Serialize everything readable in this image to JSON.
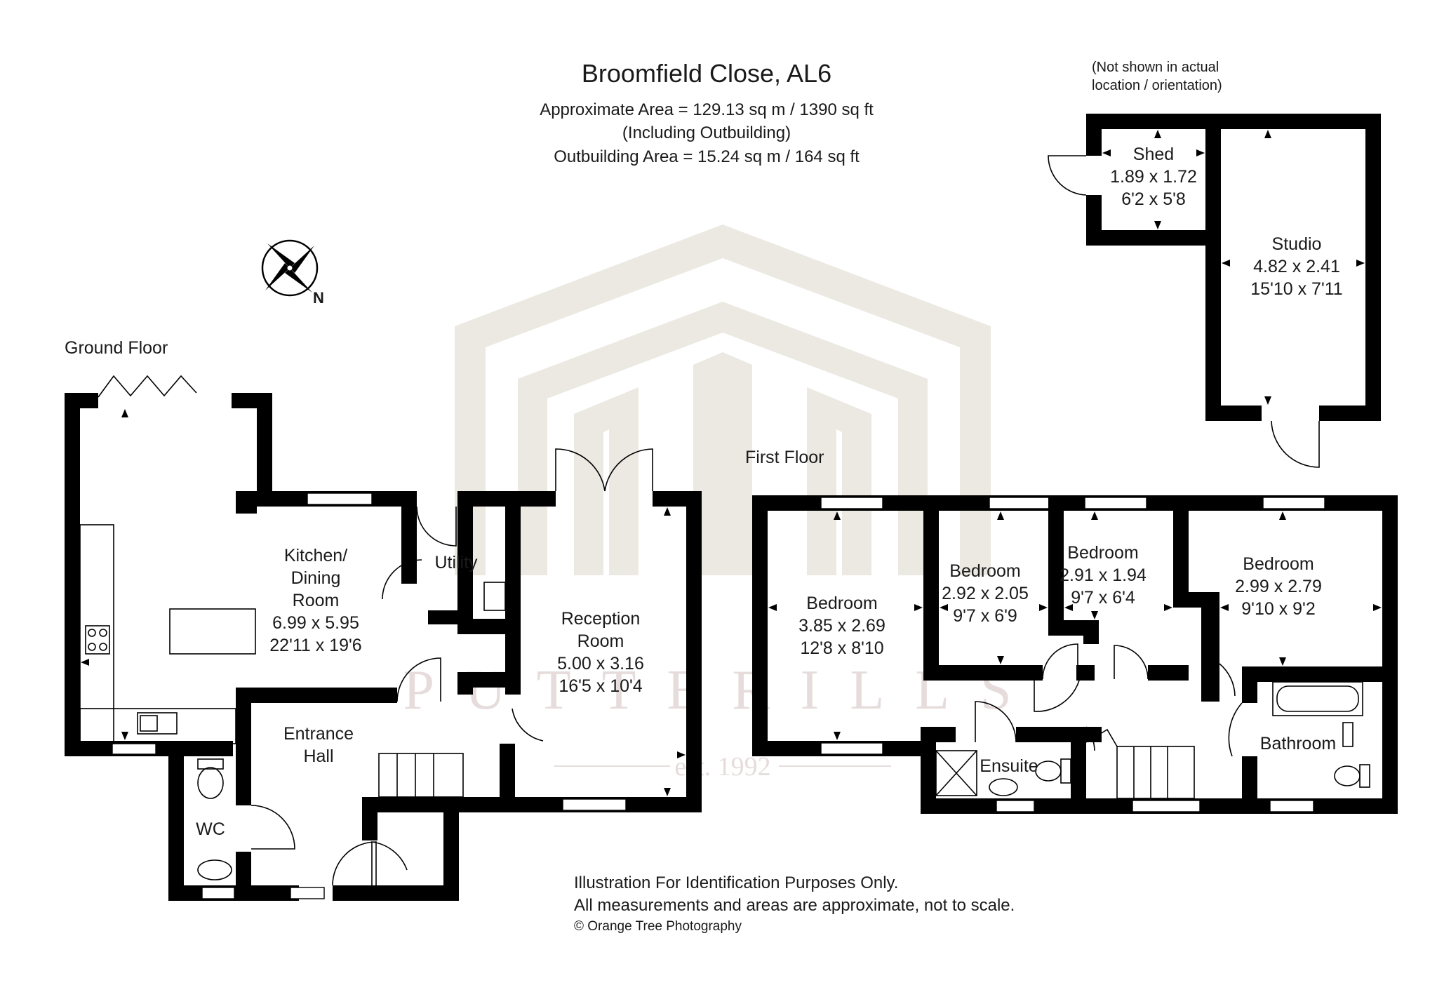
{
  "header": {
    "title": "Broomfield Close, AL6",
    "area_line": "Approximate Area =  129.13 sq m / 1390 sq ft",
    "area_note": "(Including Outbuilding)",
    "outbuilding_line": "Outbuilding Area =  15.24 sq m / 164 sq ft"
  },
  "outbuilding_note": {
    "line1": "(Not shown in actual",
    "line2": "location / orientation)"
  },
  "compass": {
    "label": "N"
  },
  "floors": {
    "ground": "Ground Floor",
    "first": "First Floor"
  },
  "rooms": {
    "shed": {
      "name": "Shed",
      "metric": "1.89 x 1.72",
      "imperial": "6'2 x 5'8"
    },
    "studio": {
      "name": "Studio",
      "metric": "4.82 x 2.41",
      "imperial": "15'10 x 7'11"
    },
    "kitchen": {
      "name1": "Kitchen/",
      "name2": "Dining",
      "name3": "Room",
      "metric": "6.99 x 5.95",
      "imperial": "22'11 x 19'6"
    },
    "utility": {
      "name": "Utility"
    },
    "reception": {
      "name1": "Reception",
      "name2": "Room",
      "metric": "5.00 x 3.16",
      "imperial": "16'5 x 10'4"
    },
    "entrance": {
      "name1": "Entrance",
      "name2": "Hall"
    },
    "wc": {
      "name": "WC"
    },
    "bedroom1": {
      "name": "Bedroom",
      "metric": "3.85 x 2.69",
      "imperial": "12'8 x 8'10"
    },
    "bedroom2": {
      "name": "Bedroom",
      "metric": "2.92 x 2.05",
      "imperial": "9'7 x 6'9"
    },
    "bedroom3": {
      "name": "Bedroom",
      "metric": "2.91 x 1.94",
      "imperial": "9'7 x 6'4"
    },
    "bedroom4": {
      "name": "Bedroom",
      "metric": "2.99 x 2.79",
      "imperial": "9'10 x 9'2"
    },
    "ensuite": {
      "name": "Ensuite"
    },
    "bathroom": {
      "name": "Bathroom"
    }
  },
  "watermark": {
    "brand": "PUTTERILLS",
    "est": "est. 1992"
  },
  "footer": {
    "line1": "Illustration For Identification Purposes Only.",
    "line2": "All measurements and areas are approximate, not to scale.",
    "credit": "© Orange Tree Photography"
  }
}
